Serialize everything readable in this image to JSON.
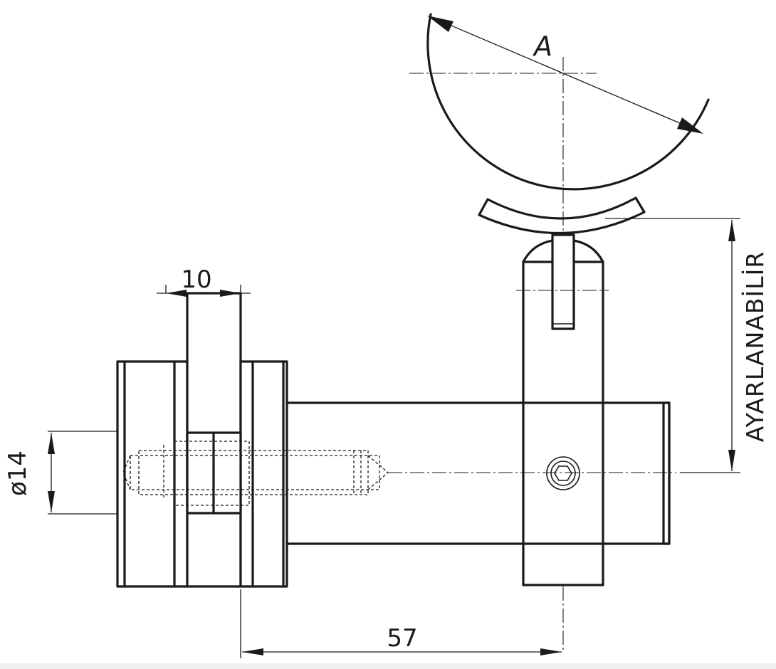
{
  "dimensions": {
    "thickness": "10",
    "diameter": "ø14",
    "length": "57",
    "handrail": "A",
    "adjustable": "AYARLANABİLİR"
  }
}
